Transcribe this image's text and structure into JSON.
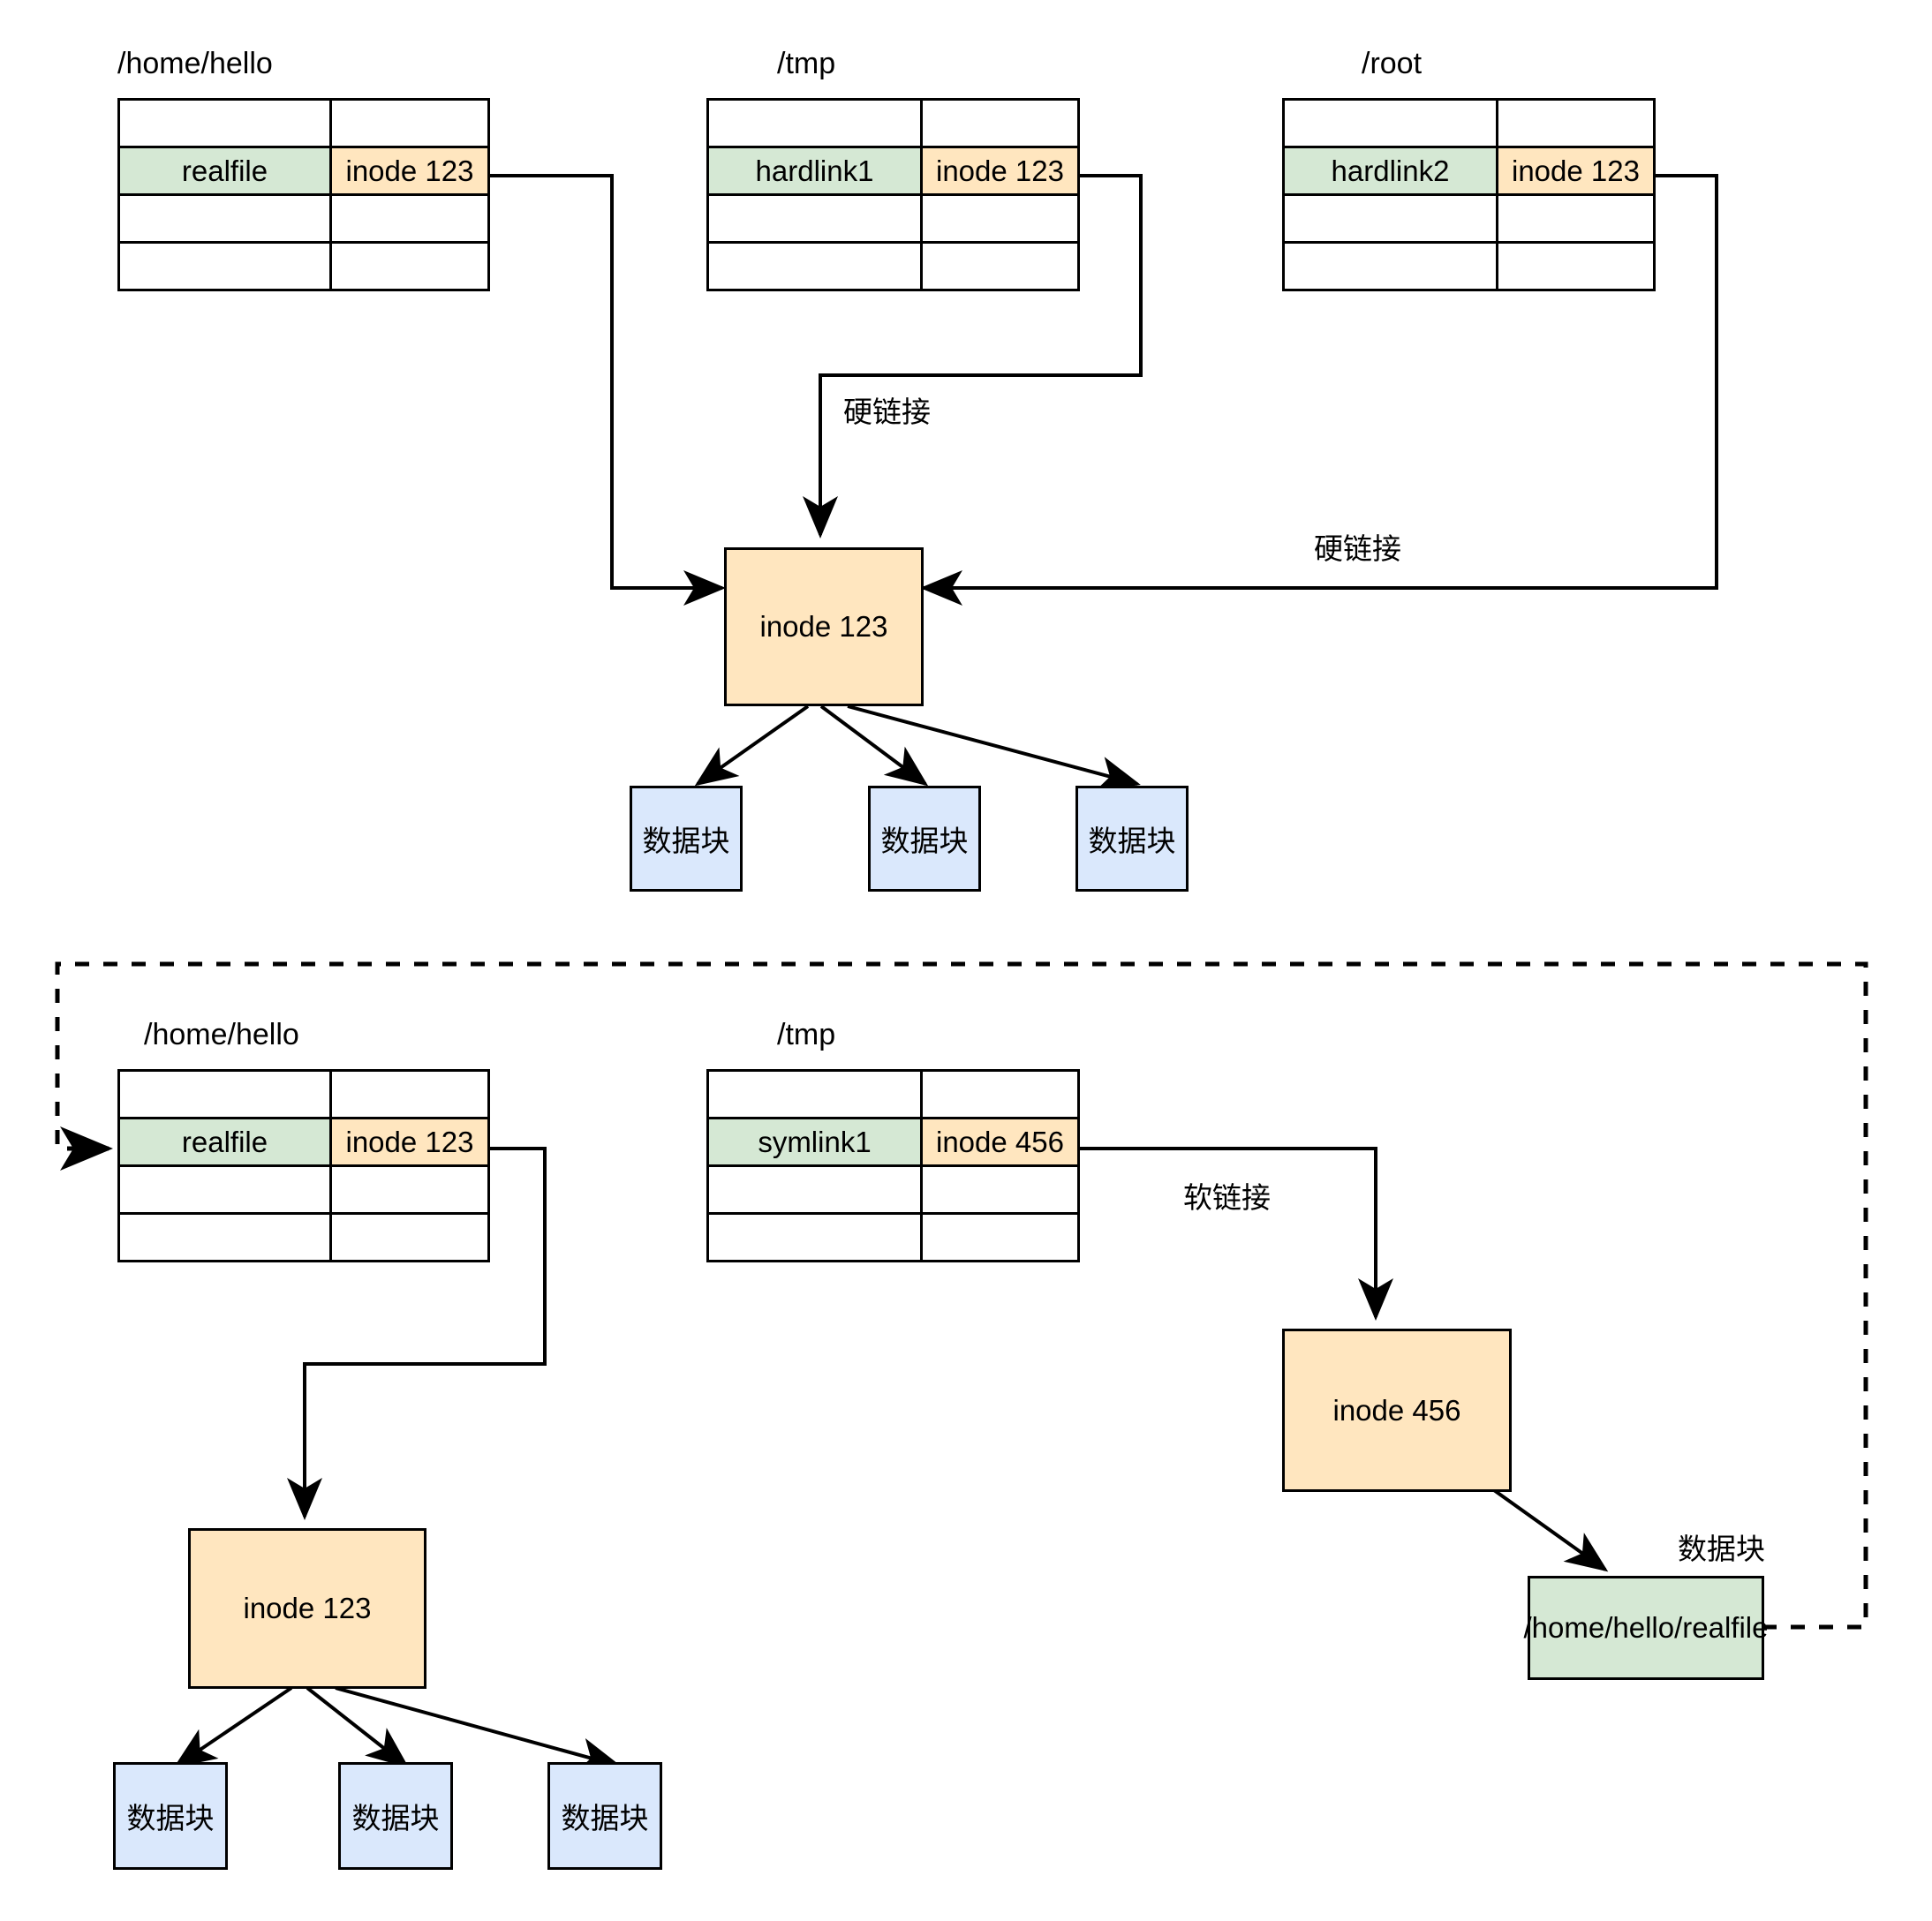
{
  "diagram": {
    "title_text": "",
    "colors": {
      "name_cell_fill": "#d5e8d4",
      "inode_cell_fill": "#ffe6bf",
      "inode_box_fill": "#ffe6bf",
      "data_block_fill": "#dae8fc",
      "path_box_fill": "#d5e8d4",
      "stroke": "#000000",
      "background": "#ffffff"
    },
    "hardlink_section": {
      "directories": [
        {
          "label": "/home/hello",
          "rows": [
            {
              "name": "",
              "inode": "",
              "highlighted": false
            },
            {
              "name": "realfile",
              "inode": "inode 123",
              "highlighted": true
            },
            {
              "name": "",
              "inode": "",
              "highlighted": false
            },
            {
              "name": "",
              "inode": "",
              "highlighted": false
            }
          ]
        },
        {
          "label": "/tmp",
          "rows": [
            {
              "name": "",
              "inode": "",
              "highlighted": false
            },
            {
              "name": "hardlink1",
              "inode": "inode 123",
              "highlighted": true
            },
            {
              "name": "",
              "inode": "",
              "highlighted": false
            },
            {
              "name": "",
              "inode": "",
              "highlighted": false
            }
          ]
        },
        {
          "label": "/root",
          "rows": [
            {
              "name": "",
              "inode": "",
              "highlighted": false
            },
            {
              "name": "hardlink2",
              "inode": "inode 123",
              "highlighted": true
            },
            {
              "name": "",
              "inode": "",
              "highlighted": false
            },
            {
              "name": "",
              "inode": "",
              "highlighted": false
            }
          ]
        }
      ],
      "inode_box_label": "inode 123",
      "edge_labels": {
        "hardlink_center": "硬链接",
        "hardlink_right": "硬链接"
      },
      "data_blocks": [
        "数据块",
        "数据块",
        "数据块"
      ]
    },
    "symlink_section": {
      "directories": [
        {
          "label": "/home/hello",
          "rows": [
            {
              "name": "",
              "inode": "",
              "highlighted": false
            },
            {
              "name": "realfile",
              "inode": "inode 123",
              "highlighted": true
            },
            {
              "name": "",
              "inode": "",
              "highlighted": false
            },
            {
              "name": "",
              "inode": "",
              "highlighted": false
            }
          ]
        },
        {
          "label": "/tmp",
          "rows": [
            {
              "name": "",
              "inode": "",
              "highlighted": false
            },
            {
              "name": "symlink1",
              "inode": "inode 456",
              "highlighted": true
            },
            {
              "name": "",
              "inode": "",
              "highlighted": false
            },
            {
              "name": "",
              "inode": "",
              "highlighted": false
            }
          ]
        }
      ],
      "inode_123_label": "inode 123",
      "inode_456_label": "inode 456",
      "edge_labels": {
        "symlink": "软链接",
        "data_block": "数据块"
      },
      "symlink_target_path": "/home/hello/realfile",
      "data_blocks": [
        "数据块",
        "数据块",
        "数据块"
      ]
    }
  }
}
